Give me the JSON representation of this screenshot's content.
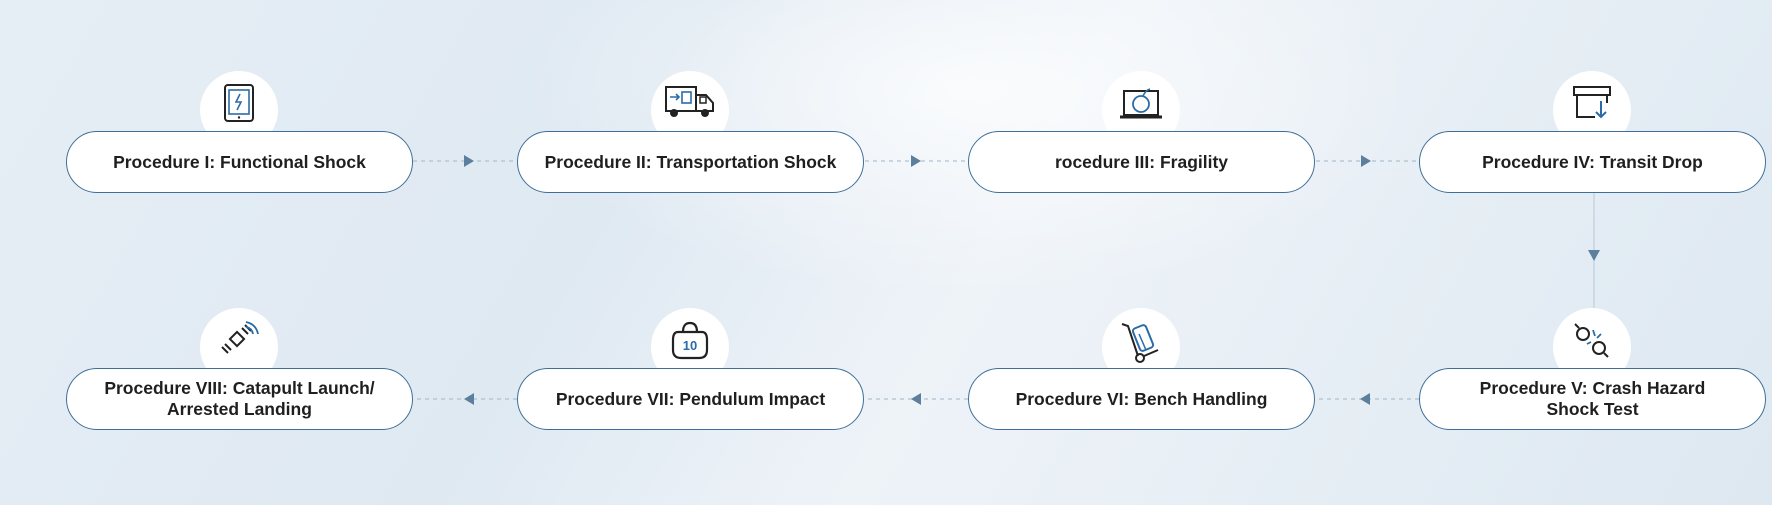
{
  "procedures": [
    {
      "id": 1,
      "label": "Procedure I: Functional Shock",
      "icon": "tablet-icon"
    },
    {
      "id": 2,
      "label": "Procedure II: Transportation Shock",
      "icon": "truck-icon"
    },
    {
      "id": 3,
      "label": "rocedure III: Fragility",
      "icon": "laptop-bomb-icon"
    },
    {
      "id": 4,
      "label": "Procedure IV: Transit Drop",
      "icon": "box-drop-icon"
    },
    {
      "id": 5,
      "label": "Procedure V: Crash Hazard\nShock Test",
      "icon": "crash-icon"
    },
    {
      "id": 6,
      "label": "Procedure VI: Bench Handling",
      "icon": "hand-truck-icon"
    },
    {
      "id": 7,
      "label": "Procedure VII: Pendulum Impact",
      "icon": "weight-icon",
      "icon_text": "10"
    },
    {
      "id": 8,
      "label": "Procedure VIII: Catapult Launch/\nArrested Landing",
      "icon": "satellite-icon"
    }
  ],
  "colors": {
    "accent": "#3f6f98",
    "arrow": "#5d7f9e",
    "text": "#1f1f1f"
  }
}
